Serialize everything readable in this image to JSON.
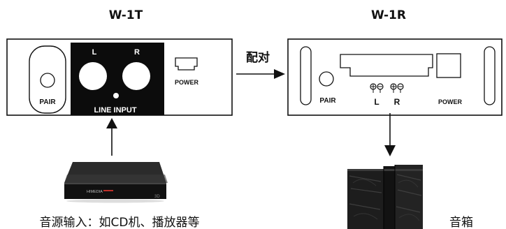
{
  "transmitter": {
    "title": "W-1T",
    "pair_label": "PAIR",
    "channel_left": "L",
    "channel_right": "R",
    "input_label": "LINE INPUT",
    "power_label": "POWER"
  },
  "receiver": {
    "title": "W-1R",
    "pair_label": "PAIR",
    "terminal_left": "L",
    "terminal_right": "R",
    "power_label": "POWER"
  },
  "pairing_label": "配对",
  "source": {
    "device_brand": "HIMEDIA",
    "device_badge": "3D",
    "caption": "音源输入：如CD机、播放器等"
  },
  "speaker": {
    "caption": "音箱"
  }
}
